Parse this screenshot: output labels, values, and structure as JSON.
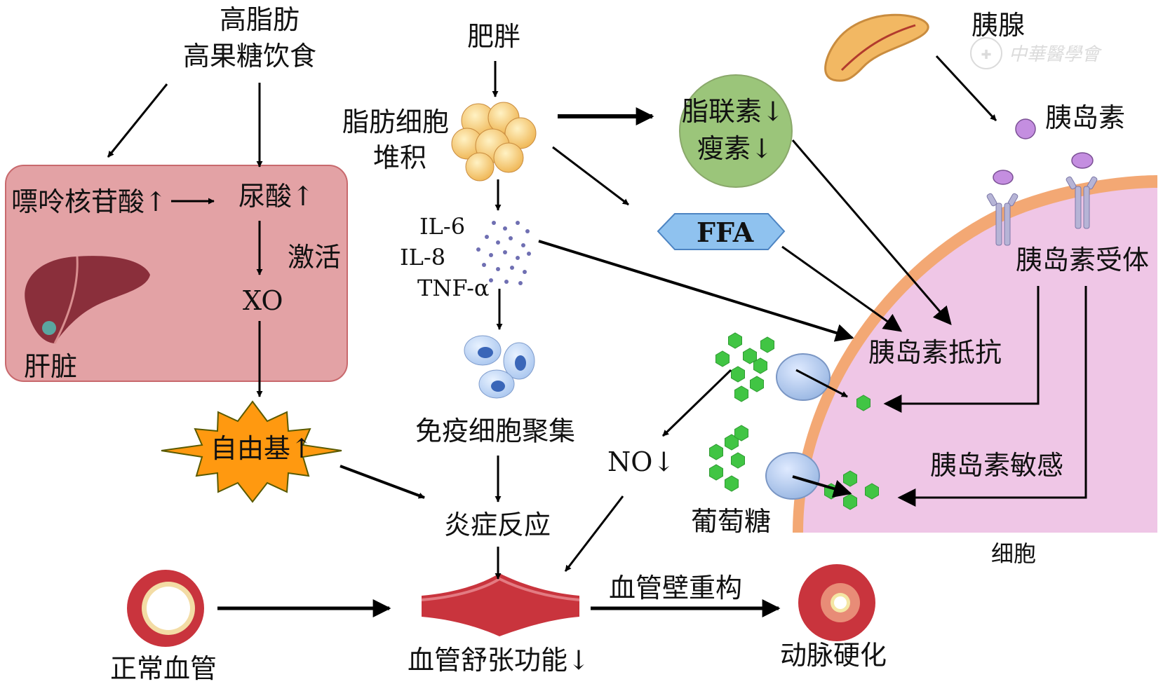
{
  "diet": {
    "line1": "高脂肪",
    "line2": "高果糖饮食"
  },
  "liver_box": {
    "purine": "嘌呤核苷酸↑",
    "uric_acid": "尿酸↑",
    "activate": "激活",
    "xo": "XO",
    "liver": "肝脏"
  },
  "free_radical": "自由基↑",
  "obesity": "肥胖",
  "adipocyte": {
    "line1": "脂肪细胞",
    "line2": "堆积"
  },
  "cytokines": [
    "IL-6",
    "IL-8",
    "TNF-α"
  ],
  "immune_cells": "免疫细胞聚集",
  "inflammation": "炎症反应",
  "adipokines": {
    "line1": "脂联素↓",
    "line2": "瘦素↓"
  },
  "ffa": "FFA",
  "no": "NO↓",
  "pancreas": "胰腺",
  "insulin": "胰岛素",
  "insulin_receptor": "胰岛素受体",
  "insulin_resistance": "胰岛素抵抗",
  "insulin_sensitivity": "胰岛素敏感",
  "glucose": "葡萄糖",
  "cell": "细胞",
  "normal_vessel": "正常血管",
  "vasodilation": "血管舒张功能↓",
  "remodeling": "血管壁重构",
  "atherosclerosis": "动脉硬化",
  "watermark": "中華醫學會",
  "colors": {
    "liver_box": "#e3a2a5",
    "cell": "#efc6e6",
    "cell_border": "#f3a874",
    "adipokine_circle": "#9bc57a",
    "ffa_hexagon": "#8fc2ef",
    "insulin": "#c48ee0",
    "glucose": "#41c544",
    "burst": "#ff9910",
    "vessel": "#c9343d"
  },
  "icons": [
    "pancreas-icon",
    "liver-icon",
    "fat-cell-cluster-icon",
    "cytokine-dots-icon",
    "immune-cell-icon",
    "insulin-receptor-icon",
    "glucose-transporter-icon",
    "vessel-ring-icon",
    "narrowed-vessel-icon"
  ]
}
